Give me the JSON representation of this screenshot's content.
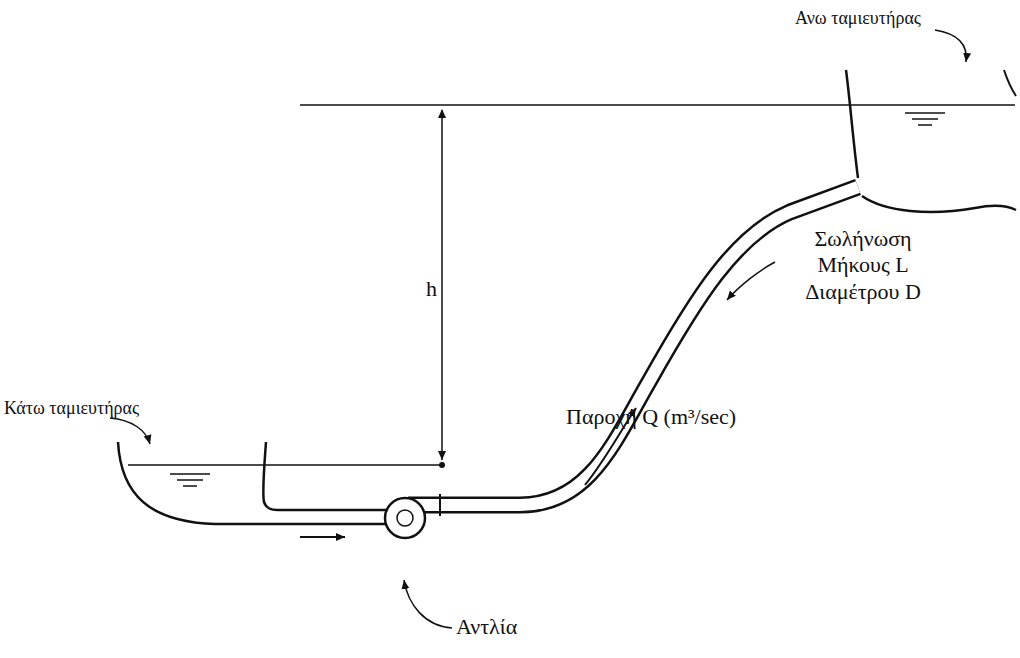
{
  "diagram": {
    "labels": [
      "Ανω ταμιευτήρας",
      "h",
      "Σωλήνωση Μήκους L Διαμέτρου D",
      "Παροχή Q (m³/sec)",
      "Κάτω ταμιευτήρας",
      "Αντλία"
    ]
  }
}
